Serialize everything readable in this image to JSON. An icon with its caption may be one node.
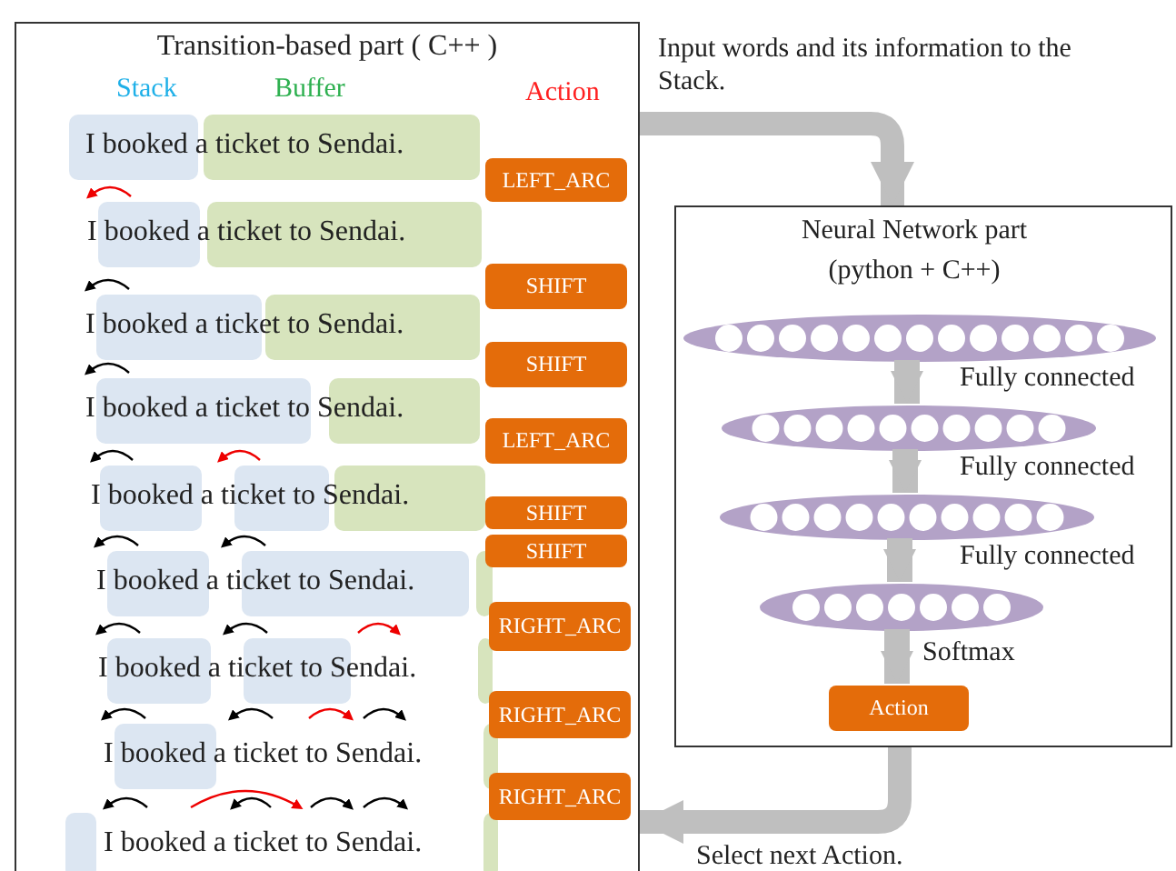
{
  "diagram": {
    "nodes": [
      {
        "text": [
          "Transition-based part ( C++ )"
        ]
      },
      {
        "text": [
          "LEFT_ARC"
        ],
        "in": 0
      },
      {
        "text": [
          "SHIFT"
        ],
        "in": 0
      },
      {
        "text": [
          "SHIFT"
        ],
        "in": 0
      },
      {
        "text": [
          "LEFT_ARC"
        ],
        "in": 0
      },
      {
        "text": [
          "SHIFT"
        ],
        "in": 0
      },
      {
        "text": [
          "SHIFT"
        ],
        "in": 0
      },
      {
        "text": [
          "RIGHT_ARC"
        ],
        "in": 0
      },
      {
        "text": [
          "RIGHT_ARC"
        ],
        "in": 0
      },
      {
        "text": [
          "RIGHT_ARC"
        ],
        "in": 0
      },
      {
        "text": [
          "Neural Network part (python + C++)"
        ]
      },
      {
        "text": [],
        "shape": "ellipse",
        "in": 10
      },
      {
        "text": [],
        "shape": "ellipse",
        "in": 10
      },
      {
        "text": [],
        "shape": "ellipse",
        "in": 10
      },
      {
        "text": [],
        "shape": "ellipse",
        "in": 10
      },
      {
        "text": [
          "Action"
        ],
        "in": 10
      }
    ],
    "edges": [
      {
        "from": 0,
        "to": 10,
        "arrow": "to",
        "label": "Input words and its information to the Stack."
      },
      {
        "from": 11,
        "to": 12,
        "arrow": "to",
        "label": "Fully connected"
      },
      {
        "from": 12,
        "to": 13,
        "arrow": "to",
        "label": "Fully connected"
      },
      {
        "from": 13,
        "to": 14,
        "arrow": "to",
        "label": "Fully connected"
      },
      {
        "from": 14,
        "to": 15,
        "arrow": "to",
        "label": "Softmax"
      },
      {
        "from": 10,
        "to": 0,
        "arrow": "to",
        "label": "Select next Action."
      }
    ],
    "labels": [
      "Stack",
      "Buffer",
      "Action",
      "I booked a ticket to Sendai.",
      "I booked a ticket to Sendai.",
      "I booked a ticket to Sendai.",
      "I booked a ticket to Sendai.",
      "I booked a ticket to Sendai.",
      "I booked a ticket to Sendai.",
      "I booked a ticket to Sendai.",
      "I booked a ticket to Sendai.",
      "I booked a ticket to Sendai."
    ]
  }
}
